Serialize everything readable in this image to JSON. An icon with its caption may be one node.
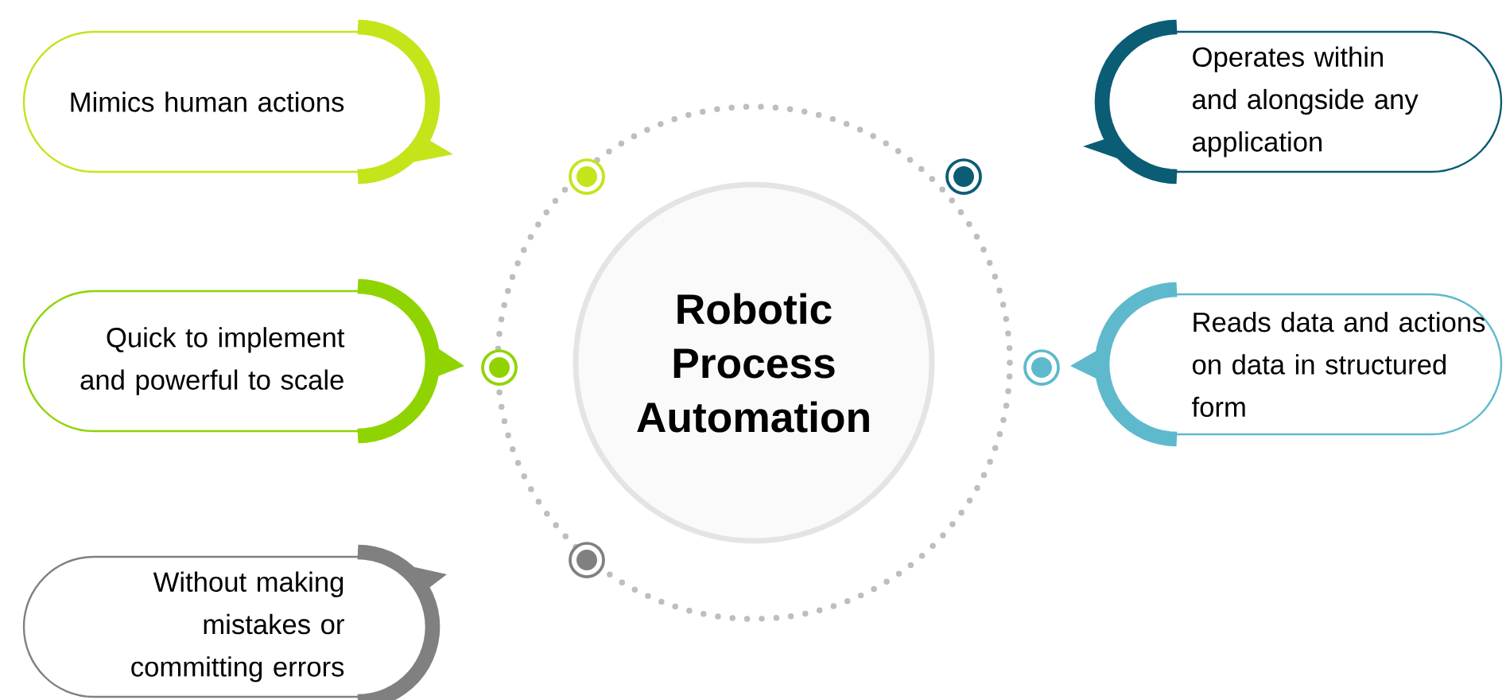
{
  "diagram": {
    "nodes": [
      {
        "text": [
          "Mimics human actions"
        ]
      },
      {
        "text": [
          "Operates within and alongside any application"
        ]
      },
      {
        "text": [
          "Quick to implement and powerful to scale"
        ]
      },
      {
        "text": [
          "Robotic Process Automation"
        ]
      },
      {
        "text": [
          "Reads data and actions on data in structured form"
        ]
      },
      {
        "text": [
          "Without making mistakes or committing errors"
        ]
      }
    ]
  }
}
